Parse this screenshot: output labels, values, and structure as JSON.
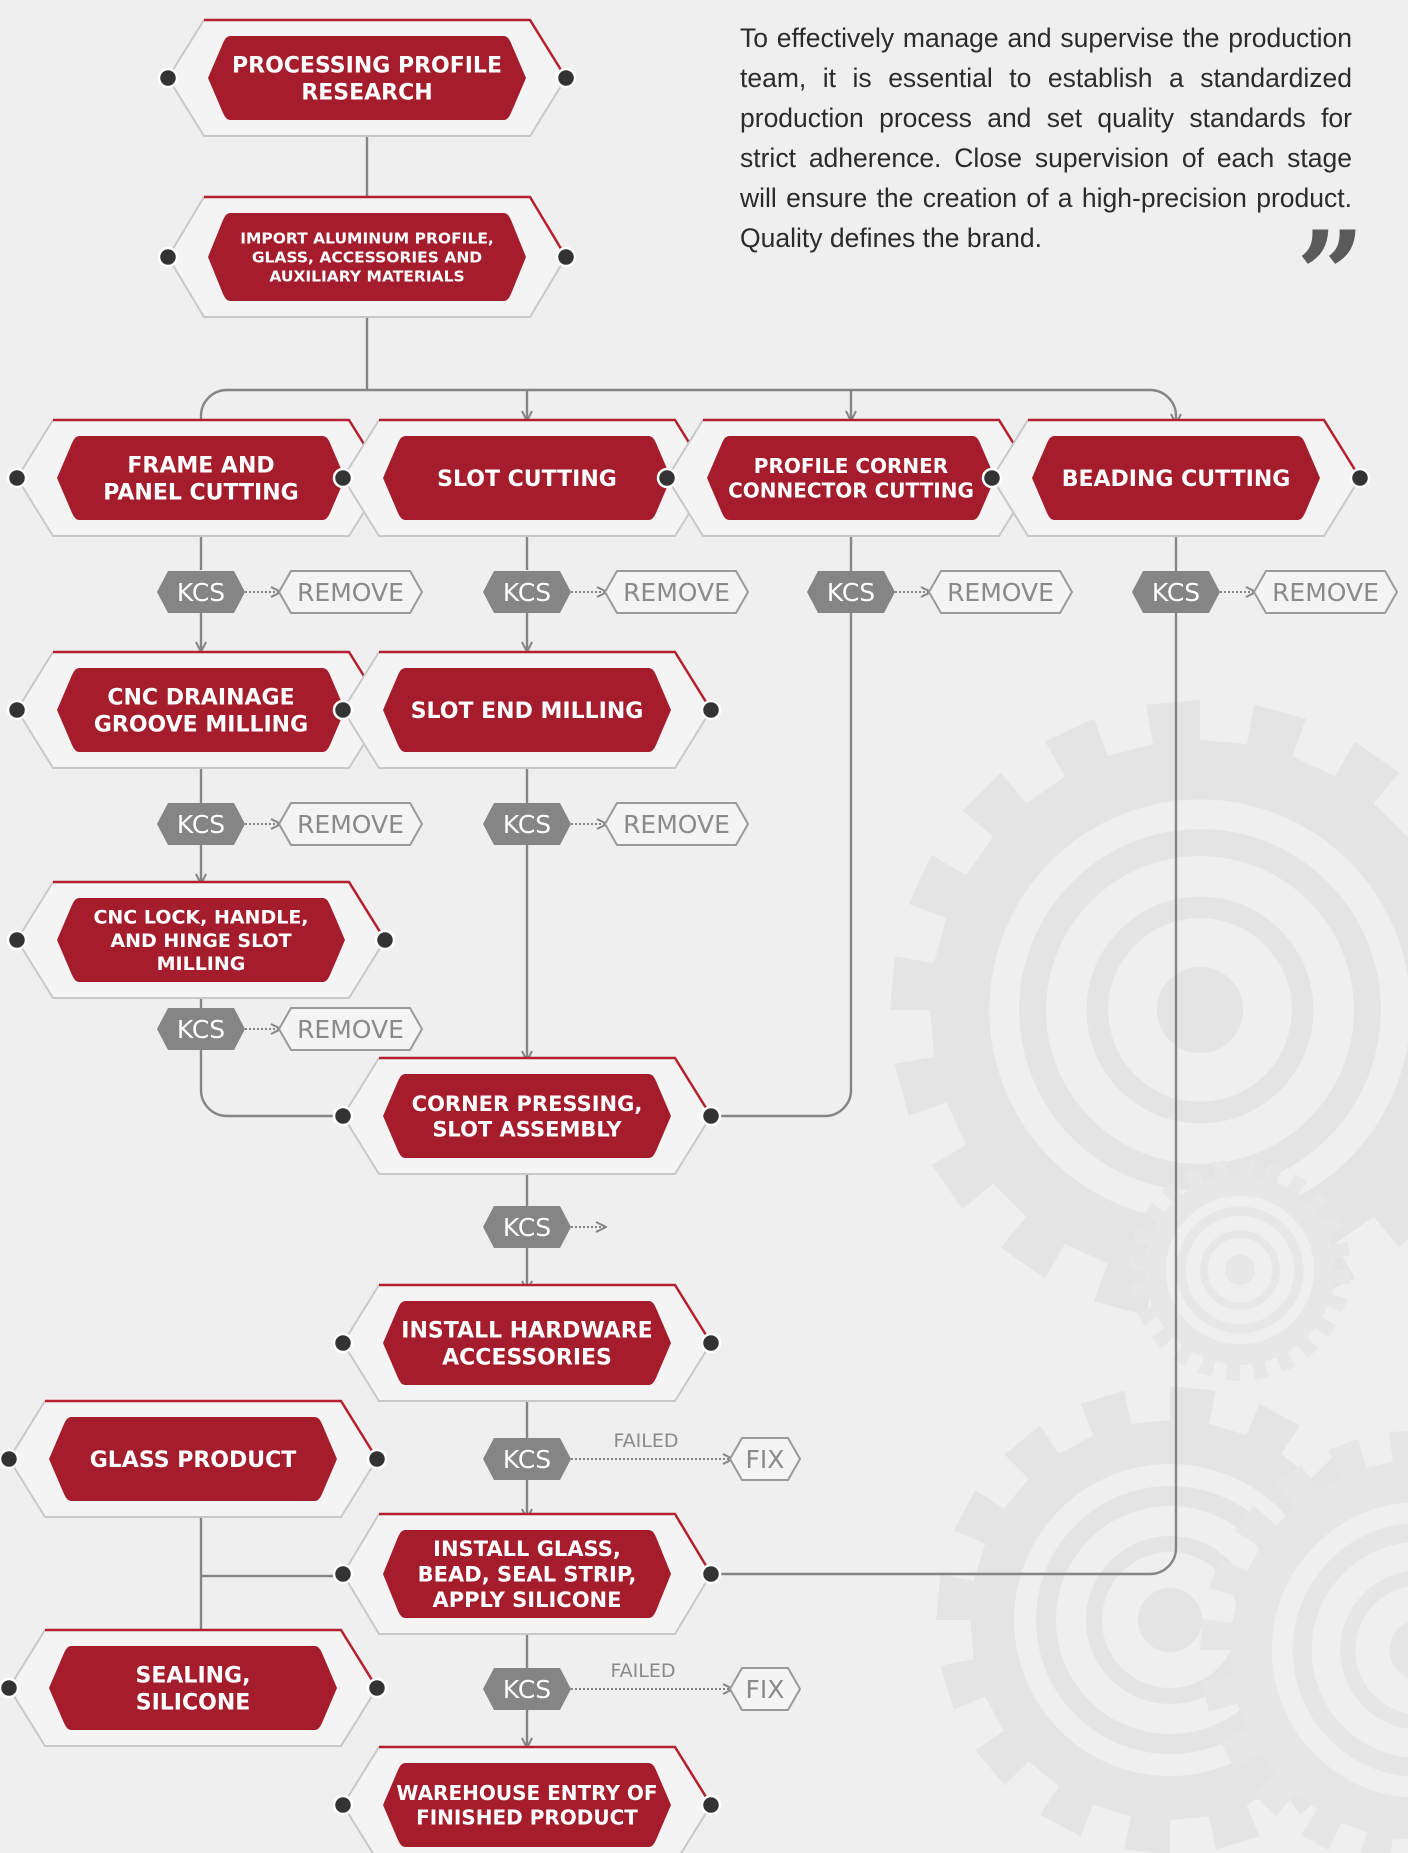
{
  "intro": {
    "text": "To effectively manage and supervise the production team, it is essential to establish a standardized production process and set quality standards for strict adherence. Close supervision of each stage will ensure the creation of a high-precision product. Quality defines the brand.",
    "quote_mark": "”"
  },
  "colors": {
    "background": "#efefef",
    "step_fill": "#a51d2d",
    "step_outline": "#b5202f",
    "kcs_fill": "#858585",
    "connector": "#858585",
    "dot": "#333333"
  },
  "steps": {
    "research": [
      "PROCESSING PROFILE",
      "RESEARCH"
    ],
    "import": [
      "IMPORT ALUMINUM PROFILE,",
      "GLASS, ACCESSORIES AND",
      "AUXILIARY MATERIALS"
    ],
    "frame": [
      "FRAME AND",
      "PANEL CUTTING"
    ],
    "slot": [
      "SLOT CUTTING"
    ],
    "corner_connector": [
      "PROFILE CORNER",
      "CONNECTOR CUTTING"
    ],
    "beading": [
      "BEADING CUTTING"
    ],
    "cnc_drainage": [
      "CNC DRAINAGE",
      "GROOVE MILLING"
    ],
    "slot_end": [
      "SLOT END MILLING"
    ],
    "cnc_lock": [
      "CNC LOCK, HANDLE,",
      "AND HINGE SLOT",
      "MILLING"
    ],
    "corner_press": [
      "CORNER PRESSING,",
      "SLOT ASSEMBLY"
    ],
    "hardware": [
      "INSTALL HARDWARE",
      "ACCESSORIES"
    ],
    "glass_product": [
      "GLASS PRODUCT"
    ],
    "install_glass": [
      "INSTALL GLASS,",
      "BEAD, SEAL STRIP,",
      "APPLY SILICONE"
    ],
    "sealing": [
      "SEALING,",
      "SILICONE"
    ],
    "warehouse": [
      "WAREHOUSE ENTRY OF",
      "FINISHED PRODUCT"
    ]
  },
  "check_label": "KCS",
  "remove_label": "REMOVE",
  "fix_label": "FIX",
  "failed_label": "FAILED"
}
